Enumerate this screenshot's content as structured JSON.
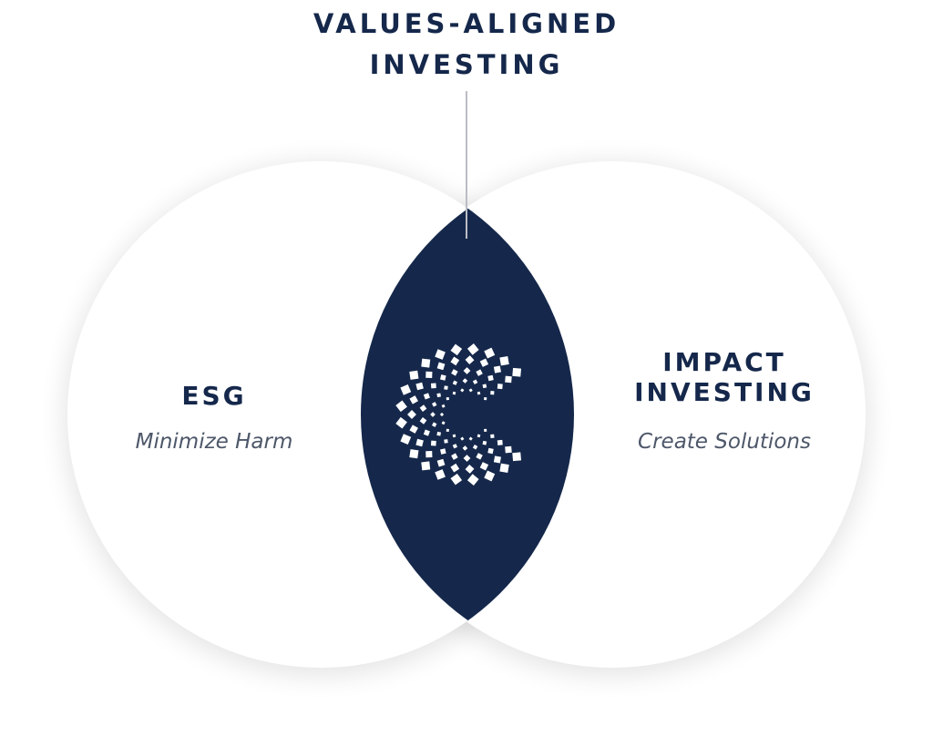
{
  "diagram": {
    "center_label_lines": [
      "VALUES-ALIGNED",
      "INVESTING"
    ],
    "left_set": {
      "title": "ESG",
      "subtitle": "Minimize Harm"
    },
    "right_set": {
      "title_lines": [
        "IMPACT",
        "INVESTING"
      ],
      "subtitle": "Create Solutions"
    },
    "colors": {
      "navy": "#15284b",
      "circle_fill": "#ffffff",
      "subtitle_gray": "#4d5769",
      "connector_gray": "#b9bdc4",
      "logo_mark": "#ffffff"
    },
    "center_icon": "c-dots-logo-icon"
  }
}
